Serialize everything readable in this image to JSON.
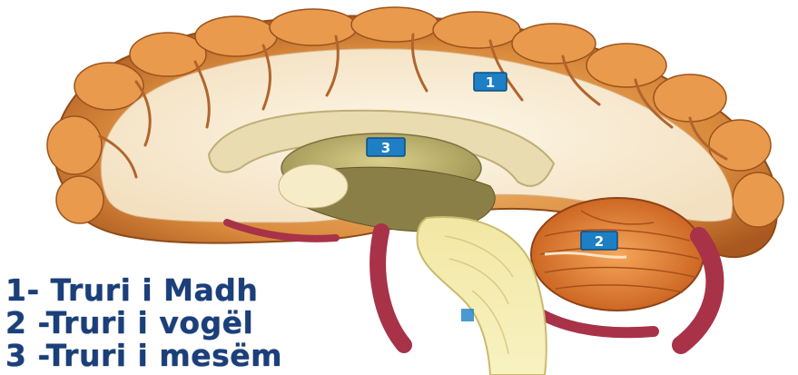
{
  "figure": {
    "markers": [
      {
        "number": "1",
        "part": "Truri i Madh"
      },
      {
        "number": "2",
        "part": "Truri i vogël"
      },
      {
        "number": "3",
        "part": "Truri i mesëm"
      }
    ],
    "legend": [
      "1- Truri i Madh",
      "2 -Truri i vogël",
      "3 -Truri i mesëm"
    ],
    "colors": {
      "cortex_outer": "#d98a3c",
      "white_matter": "#faf1dc",
      "cerebellum": "#e8802e",
      "brainstem": "#f5eba0",
      "vessels": "#a83248",
      "marker_fill": "#1e7fc4",
      "legend_text": "#1a3f7a"
    }
  }
}
